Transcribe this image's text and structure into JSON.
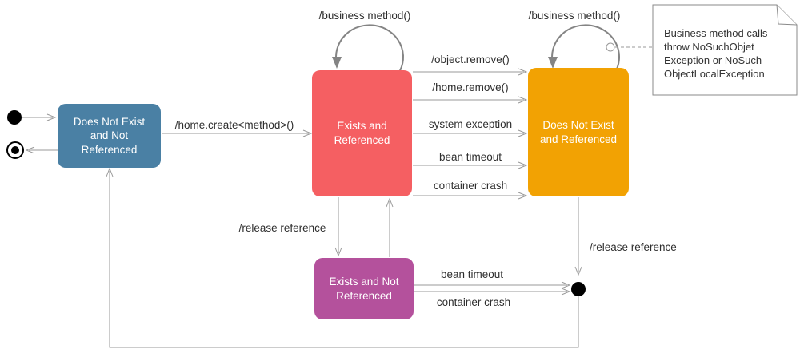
{
  "diagram": {
    "title": "EJB stateful session bean lifecycle state diagram",
    "states": {
      "dne_not_ref": {
        "label": "Does Not Exist and Not Referenced",
        "color": "#4a80a4"
      },
      "exists_ref": {
        "label": "Exists and Referenced",
        "color": "#f55f62"
      },
      "dne_ref": {
        "label": "Does Not Exist and Referenced",
        "color": "#f2a203"
      },
      "exists_not_ref": {
        "label": "Exists and Not Referenced",
        "color": "#b4519c"
      }
    },
    "transitions": {
      "home_create": "/home.create<method>()",
      "business_method_left": "/business method()",
      "business_method_right": "/business method()",
      "object_remove": "/object.remove()",
      "home_remove": "/home.remove()",
      "system_exception": "system exception",
      "bean_timeout_top": "bean timeout",
      "container_crash_top": "container crash",
      "release_reference_left": "/release reference",
      "release_reference_right": "/release reference",
      "bean_timeout_bottom": "bean timeout",
      "container_crash_bottom": "container crash"
    },
    "note": {
      "text": "Business method calls\nthrow NoSuchObjet\nException or NoSuch\nObjectLocalException"
    },
    "colors": {
      "line": "#999999",
      "self_loop": "#848484",
      "label_text": "#2e2e2e",
      "note_border": "#8a8a8a",
      "pseudo_state": "#000000"
    }
  }
}
